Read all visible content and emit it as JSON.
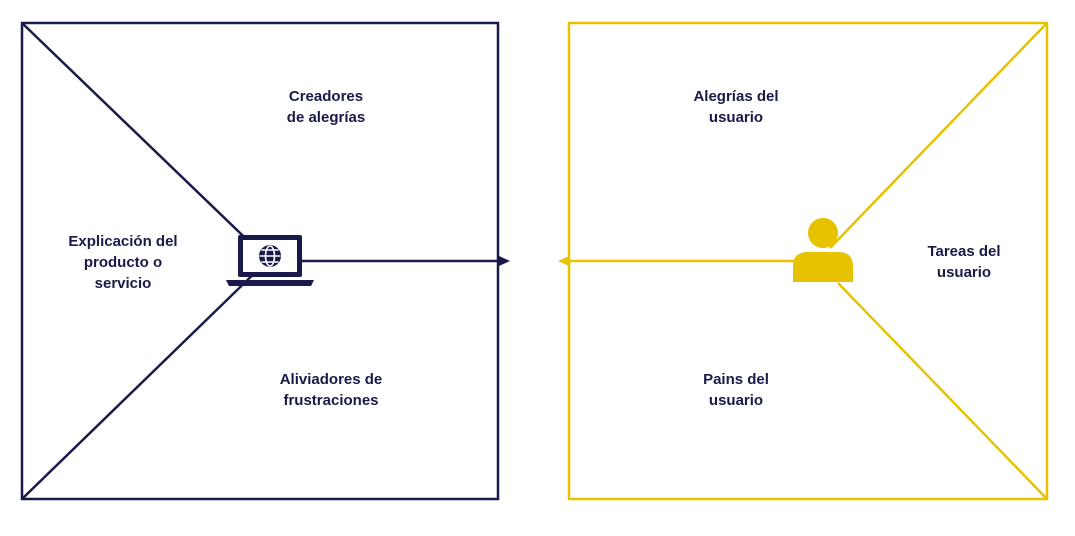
{
  "colors": {
    "product_stroke": "#1a1a4a",
    "customer_stroke": "#e6c200",
    "background": "#ffffff",
    "text": "#1a1a4a"
  },
  "product_map": {
    "gain_creators": [
      "Creadores",
      "de alegrías"
    ],
    "products_services": [
      "Explicación del",
      "producto o",
      "servicio"
    ],
    "pain_relievers": [
      "Aliviadores de",
      "frustraciones"
    ],
    "icon": "laptop-globe-icon"
  },
  "customer_profile": {
    "gains": [
      "Alegrías del",
      "usuario"
    ],
    "jobs": [
      "Tareas del",
      "usuario"
    ],
    "pains": [
      "Pains del",
      "usuario"
    ],
    "icon": "user-icon"
  }
}
